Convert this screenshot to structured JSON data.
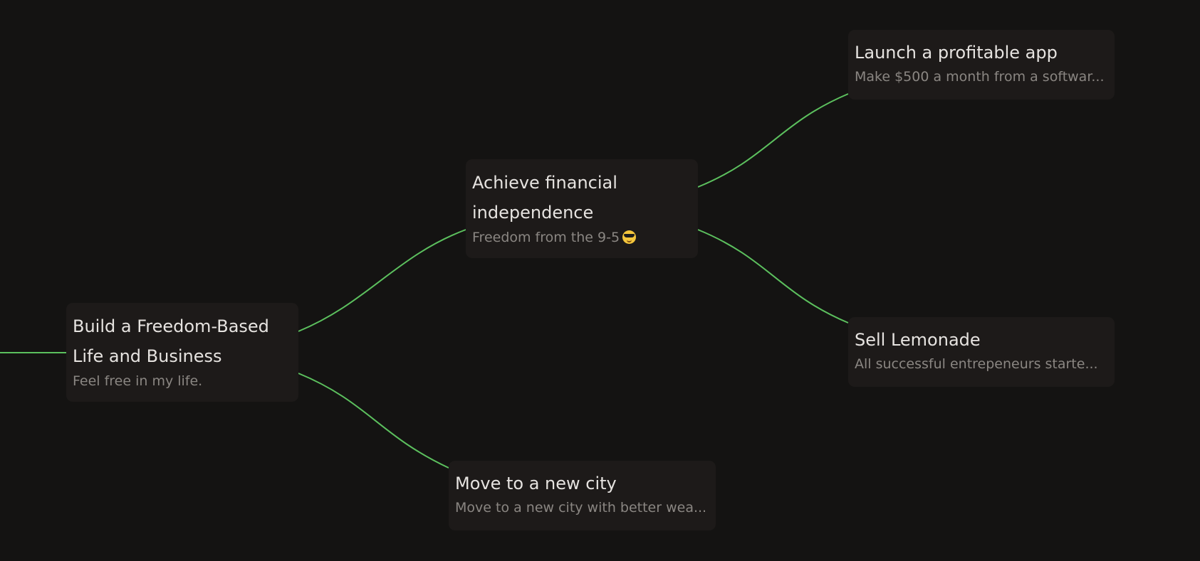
{
  "colors": {
    "background": "#141312",
    "node_background": "#1d1a19",
    "edge": "#5cc05e",
    "title_text": "#e6e3e0",
    "description_text": "#8a8682"
  },
  "nodes": {
    "root": {
      "title": "Build a Freedom-Based Life and Business",
      "description": "Feel free in my life."
    },
    "financial": {
      "title": "Achieve financial independence",
      "description": "Freedom from the 9-5",
      "emoji": "smiling-face-with-sunglasses-icon"
    },
    "city": {
      "title": "Move to a new city",
      "description": "Move to a new city with better wea..."
    },
    "app": {
      "title": "Launch a profitable app",
      "description": "Make $500 a month from a softwar..."
    },
    "lemonade": {
      "title": "Sell Lemonade",
      "description": "All successful entrepeneurs starte..."
    }
  },
  "edges": [
    {
      "from": "parent",
      "to": "root"
    },
    {
      "from": "root",
      "to": "financial"
    },
    {
      "from": "root",
      "to": "city"
    },
    {
      "from": "financial",
      "to": "app"
    },
    {
      "from": "financial",
      "to": "lemonade"
    }
  ]
}
